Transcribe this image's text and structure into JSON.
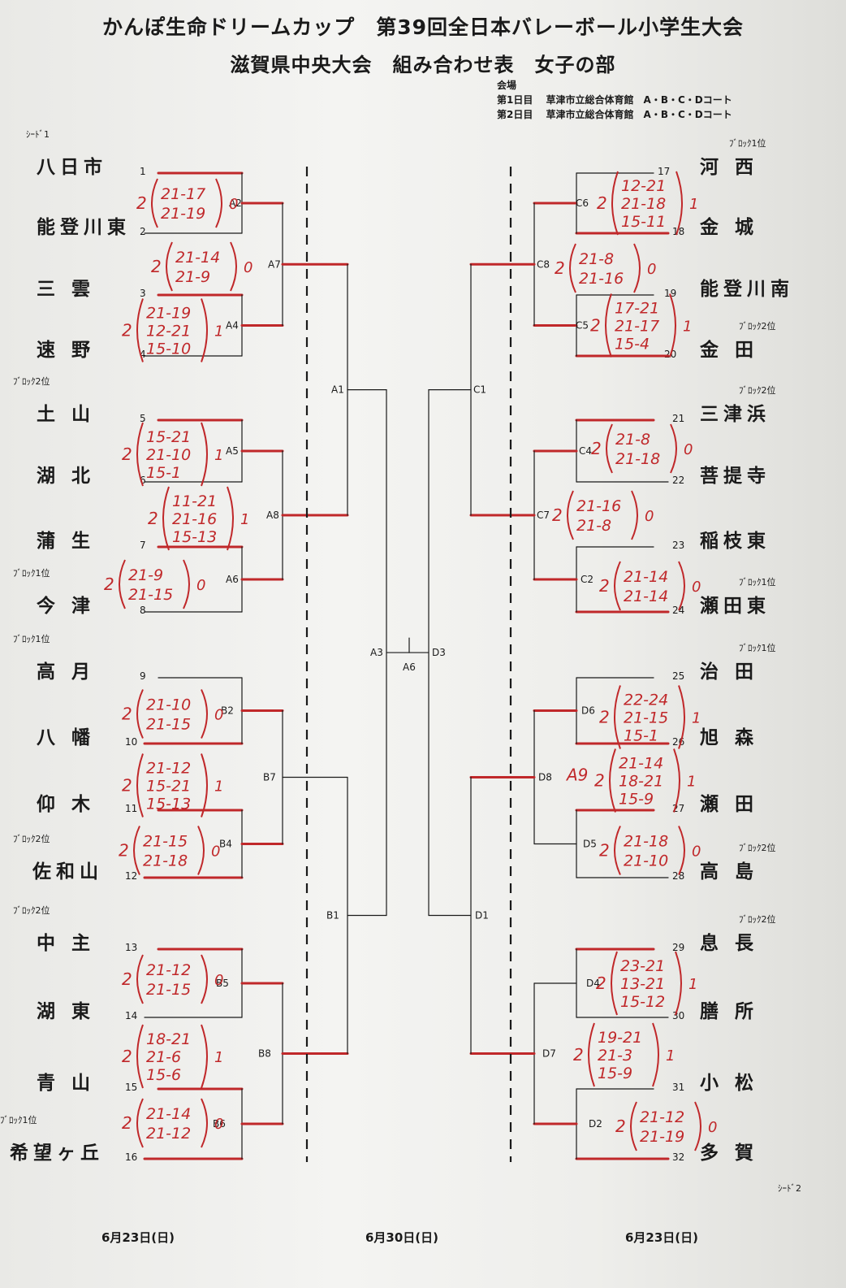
{
  "title": {
    "line1": "かんぽ生命ドリームカップ　第39回全日本バレーボール小学生大会",
    "line2": "滋賀県中央大会　組み合わせ表　女子の部"
  },
  "venue": {
    "label": "会場",
    "day1": "第1日目　 草津市立総合体育館　A・B・C・Dコート",
    "day2": "第2日目　 草津市立総合体育館　A・B・C・Dコート"
  },
  "teams_left": [
    {
      "num": "1",
      "name": "八日市",
      "seed": "ｼｰﾄﾞ1"
    },
    {
      "num": "2",
      "name": "能登川東",
      "seed": ""
    },
    {
      "num": "3",
      "name": "三 雲",
      "seed": ""
    },
    {
      "num": "4",
      "name": "速 野",
      "seed": ""
    },
    {
      "num": "5",
      "name": "土 山",
      "seed": "ﾌﾞﾛｯｸ2位"
    },
    {
      "num": "6",
      "name": "湖 北",
      "seed": ""
    },
    {
      "num": "7",
      "name": "蒲 生",
      "seed": ""
    },
    {
      "num": "8",
      "name": "今 津",
      "seed": "ﾌﾞﾛｯｸ1位"
    },
    {
      "num": "9",
      "name": "高 月",
      "seed": "ﾌﾞﾛｯｸ1位"
    },
    {
      "num": "10",
      "name": "八 幡",
      "seed": ""
    },
    {
      "num": "11",
      "name": "仰 木",
      "seed": ""
    },
    {
      "num": "12",
      "name": "佐和山",
      "seed": "ﾌﾞﾛｯｸ2位"
    },
    {
      "num": "13",
      "name": "中 主",
      "seed": "ﾌﾞﾛｯｸ2位"
    },
    {
      "num": "14",
      "name": "湖 東",
      "seed": ""
    },
    {
      "num": "15",
      "name": "青 山",
      "seed": ""
    },
    {
      "num": "16",
      "name": "希望ヶ丘",
      "seed": "ﾌﾞﾛｯｸ1位"
    }
  ],
  "teams_right": [
    {
      "num": "17",
      "name": "河 西",
      "seed": "ﾌﾞﾛｯｸ1位"
    },
    {
      "num": "18",
      "name": "金 城",
      "seed": ""
    },
    {
      "num": "19",
      "name": "能登川南",
      "seed": ""
    },
    {
      "num": "20",
      "name": "金 田",
      "seed": "ﾌﾞﾛｯｸ2位"
    },
    {
      "num": "21",
      "name": "三津浜",
      "seed": "ﾌﾞﾛｯｸ2位"
    },
    {
      "num": "22",
      "name": "菩提寺",
      "seed": ""
    },
    {
      "num": "23",
      "name": "稲枝東",
      "seed": ""
    },
    {
      "num": "24",
      "name": "瀬田東",
      "seed": "ﾌﾞﾛｯｸ1位"
    },
    {
      "num": "25",
      "name": "治 田",
      "seed": "ﾌﾞﾛｯｸ1位"
    },
    {
      "num": "26",
      "name": "旭 森",
      "seed": ""
    },
    {
      "num": "27",
      "name": "瀬 田",
      "seed": ""
    },
    {
      "num": "28",
      "name": "高 島",
      "seed": "ﾌﾞﾛｯｸ2位"
    },
    {
      "num": "29",
      "name": "息 長",
      "seed": "ﾌﾞﾛｯｸ2位"
    },
    {
      "num": "30",
      "name": "膳 所",
      "seed": ""
    },
    {
      "num": "31",
      "name": "小 松",
      "seed": ""
    },
    {
      "num": "32",
      "name": "多 賀",
      "seed": "ｼｰﾄﾞ2"
    }
  ],
  "match_labels": {
    "A2": "A2",
    "A4": "A4",
    "A5": "A5",
    "A6": "A6",
    "A7": "A7",
    "A8": "A8",
    "A1": "A1",
    "A3": "A3",
    "A6_final": "A6",
    "B2": "B2",
    "B4": "B4",
    "B5": "B5",
    "B6": "B6",
    "B7": "B7",
    "B8": "B8",
    "B1": "B1",
    "C6": "C6",
    "C5": "C5",
    "C4": "C4",
    "C2": "C2",
    "C8": "C8",
    "C7": "C7",
    "C1": "C1",
    "D6": "D6",
    "D5": "D5",
    "D4": "D4",
    "D2": "D2",
    "D8": "D8",
    "D7": "D7",
    "D1": "D1",
    "D3": "D3"
  },
  "dates": {
    "left": "6月23日(日)",
    "center": "6月30日(日)",
    "right": "6月23日(日)"
  },
  "handwritten": {
    "A2": {
      "left": "2",
      "sets": [
        "21-17",
        "21-19"
      ],
      "right": "0"
    },
    "A7": {
      "left": "2",
      "sets": [
        "21-14",
        "21-9"
      ],
      "right": "0"
    },
    "A4": {
      "left": "2",
      "sets": [
        "21-19",
        "12-21",
        "15-10"
      ],
      "right": "1"
    },
    "A5": {
      "left": "2",
      "sets": [
        "15-21",
        "21-10",
        "15-1"
      ],
      "right": "1"
    },
    "A8": {
      "left": "2",
      "sets": [
        "11-21",
        "21-16",
        "15-13"
      ],
      "right": "1"
    },
    "A6": {
      "left": "2",
      "sets": [
        "21-9",
        "21-15"
      ],
      "right": "0"
    },
    "B2": {
      "left": "2",
      "sets": [
        "21-10",
        "21-15"
      ],
      "right": "0"
    },
    "B7": {
      "left": "2",
      "sets": [
        "21-12",
        "15-21",
        "15-13"
      ],
      "right": "1"
    },
    "B4": {
      "left": "2",
      "sets": [
        "21-15",
        "21-18"
      ],
      "right": "0"
    },
    "B5": {
      "left": "2",
      "sets": [
        "21-12",
        "21-15"
      ],
      "right": "0"
    },
    "B8": {
      "left": "2",
      "sets": [
        "18-21",
        "21-6",
        "15-6"
      ],
      "right": "1"
    },
    "B6": {
      "left": "2",
      "sets": [
        "21-14",
        "21-12"
      ],
      "right": "0"
    },
    "C6": {
      "left": "2",
      "sets": [
        "12-21",
        "21-18",
        "15-11"
      ],
      "right": "1"
    },
    "C8": {
      "left": "2",
      "sets": [
        "21-8",
        "21-16"
      ],
      "right": "0"
    },
    "C5": {
      "left": "2",
      "sets": [
        "17-21",
        "21-17",
        "15-4"
      ],
      "right": "1"
    },
    "C4": {
      "left": "2",
      "sets": [
        "21-8",
        "21-18"
      ],
      "right": "0"
    },
    "C7": {
      "left": "2",
      "sets": [
        "21-16",
        "21-8"
      ],
      "right": "0"
    },
    "C2": {
      "left": "2",
      "sets": [
        "21-14",
        "21-14"
      ],
      "right": "0"
    },
    "D6": {
      "left": "2",
      "sets": [
        "22-24",
        "21-15",
        "15-1"
      ],
      "right": "1"
    },
    "D8": {
      "left": "2",
      "sets": [
        "21-14",
        "18-21",
        "15-9"
      ],
      "right": "1",
      "note": "A9"
    },
    "D5": {
      "left": "2",
      "sets": [
        "21-18",
        "21-10"
      ],
      "right": "0"
    },
    "D4": {
      "left": "2",
      "sets": [
        "23-21",
        "13-21",
        "15-12"
      ],
      "right": "1"
    },
    "D7": {
      "left": "2",
      "sets": [
        "19-21",
        "21-3",
        "15-9"
      ],
      "right": "1"
    },
    "D2": {
      "left": "2",
      "sets": [
        "21-12",
        "21-19"
      ],
      "right": "0"
    }
  },
  "colors": {
    "ink": "#1a1a1a",
    "red": "#c0282a",
    "paper": "#f1f1ef"
  }
}
